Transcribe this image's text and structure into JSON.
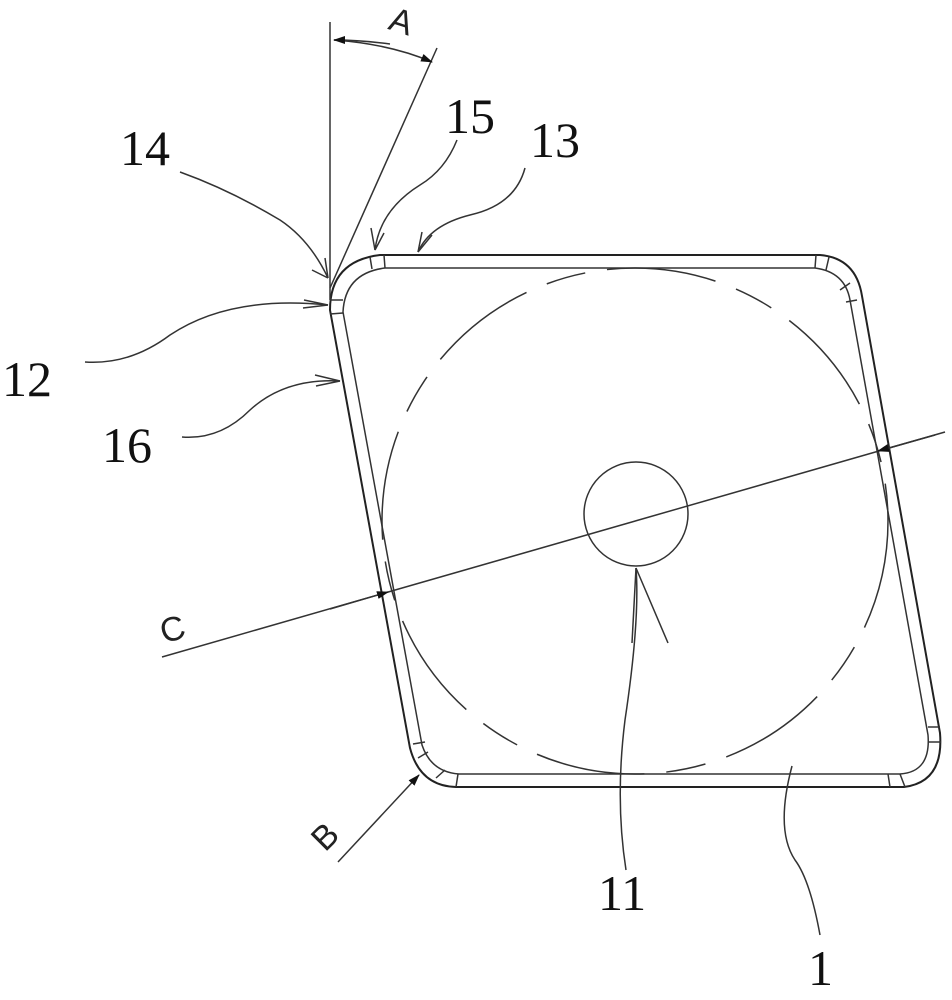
{
  "labels": {
    "part_1": "1",
    "part_11": "11",
    "part_12": "12",
    "part_13": "13",
    "part_14": "14",
    "part_15": "15",
    "part_16": "16",
    "angle_a": "A",
    "view_b": "B",
    "view_c": "C"
  }
}
